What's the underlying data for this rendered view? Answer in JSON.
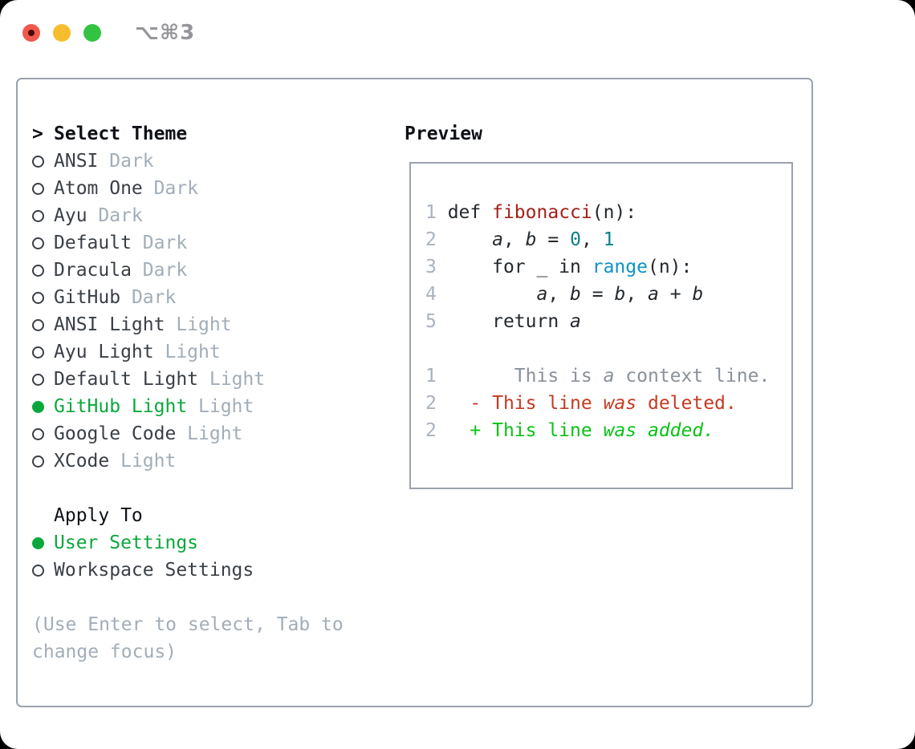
{
  "window": {
    "title": "⌥⌘3"
  },
  "menu": {
    "prompt": ">",
    "header": "Select Theme",
    "themes": [
      {
        "name": "ANSI",
        "variant": "Dark",
        "selected": false
      },
      {
        "name": "Atom One",
        "variant": "Dark",
        "selected": false
      },
      {
        "name": "Ayu",
        "variant": "Dark",
        "selected": false
      },
      {
        "name": "Default",
        "variant": "Dark",
        "selected": false
      },
      {
        "name": "Dracula",
        "variant": "Dark",
        "selected": false
      },
      {
        "name": "GitHub",
        "variant": "Dark",
        "selected": false
      },
      {
        "name": "ANSI Light",
        "variant": "Light",
        "selected": false
      },
      {
        "name": "Ayu Light",
        "variant": "Light",
        "selected": false
      },
      {
        "name": "Default Light",
        "variant": "Light",
        "selected": false
      },
      {
        "name": "GitHub Light",
        "variant": "Light",
        "selected": true
      },
      {
        "name": "Google Code",
        "variant": "Light",
        "selected": false
      },
      {
        "name": "XCode",
        "variant": "Light",
        "selected": false
      }
    ]
  },
  "apply_to": {
    "header": "Apply To",
    "options": [
      {
        "label": "User Settings",
        "selected": true
      },
      {
        "label": "Workspace Settings",
        "selected": false
      }
    ]
  },
  "hint": "(Use Enter to select, Tab to change focus)",
  "preview": {
    "header": "Preview",
    "lines": [
      [
        {
          "t": "1",
          "s": "ln"
        },
        {
          "t": " def ",
          "s": "p"
        },
        {
          "t": "fibonacci",
          "s": "fn"
        },
        {
          "t": "(n):",
          "s": "p"
        }
      ],
      [
        {
          "t": "2",
          "s": "ln"
        },
        {
          "t": "     ",
          "s": "p"
        },
        {
          "t": "a",
          "s": "v"
        },
        {
          "t": ", ",
          "s": "p"
        },
        {
          "t": "b",
          "s": "v"
        },
        {
          "t": " = ",
          "s": "p"
        },
        {
          "t": "0",
          "s": "num"
        },
        {
          "t": ", ",
          "s": "p"
        },
        {
          "t": "1",
          "s": "num"
        }
      ],
      [
        {
          "t": "3",
          "s": "ln"
        },
        {
          "t": "     for _ in ",
          "s": "p"
        },
        {
          "t": "range",
          "s": "call"
        },
        {
          "t": "(n):",
          "s": "p"
        }
      ],
      [
        {
          "t": "4",
          "s": "ln"
        },
        {
          "t": "         ",
          "s": "p"
        },
        {
          "t": "a",
          "s": "v"
        },
        {
          "t": ", ",
          "s": "p"
        },
        {
          "t": "b",
          "s": "v"
        },
        {
          "t": " = ",
          "s": "p"
        },
        {
          "t": "b",
          "s": "v"
        },
        {
          "t": ", ",
          "s": "p"
        },
        {
          "t": "a",
          "s": "v"
        },
        {
          "t": " + ",
          "s": "p"
        },
        {
          "t": "b",
          "s": "v"
        }
      ],
      [
        {
          "t": "5",
          "s": "ln"
        },
        {
          "t": "     return ",
          "s": "p"
        },
        {
          "t": "a",
          "s": "v"
        }
      ],
      [],
      [
        {
          "t": "1",
          "s": "ln"
        },
        {
          "t": "       This is ",
          "s": "ctx"
        },
        {
          "t": "a",
          "s": "ctxi"
        },
        {
          "t": " context line.",
          "s": "ctx"
        }
      ],
      [
        {
          "t": "2",
          "s": "ln"
        },
        {
          "t": "   ",
          "s": "p"
        },
        {
          "t": "- This line ",
          "s": "del"
        },
        {
          "t": "was",
          "s": "deli"
        },
        {
          "t": " deleted.",
          "s": "del"
        }
      ],
      [
        {
          "t": "2",
          "s": "ln"
        },
        {
          "t": "   ",
          "s": "p"
        },
        {
          "t": "+ This line ",
          "s": "add"
        },
        {
          "t": "was",
          "s": "addi"
        },
        {
          "t": " ",
          "s": "add"
        },
        {
          "t": "added.",
          "s": "addi"
        }
      ]
    ]
  },
  "colors": {
    "panel-border": "#9aa3ad",
    "text-dark": "#3a3f46",
    "text-muted": "#a2adb8",
    "text-black": "#0e1116",
    "accent-green": "#0aa83c",
    "code-fg": "#24292e",
    "line-num": "#a8b2bd",
    "ctx-gray": "#8a9199",
    "syntax-func": "#a3211a",
    "syntax-const": "#0c7f85",
    "syntax-call": "#0f93c9",
    "diff-red": "#c43a20",
    "diff-green": "#09c215",
    "dot-red": "#f2574d",
    "dot-red-core": "#460a08",
    "dot-yellow": "#f6bd2f",
    "dot-green": "#33c343",
    "title-gray": "#95959a"
  }
}
